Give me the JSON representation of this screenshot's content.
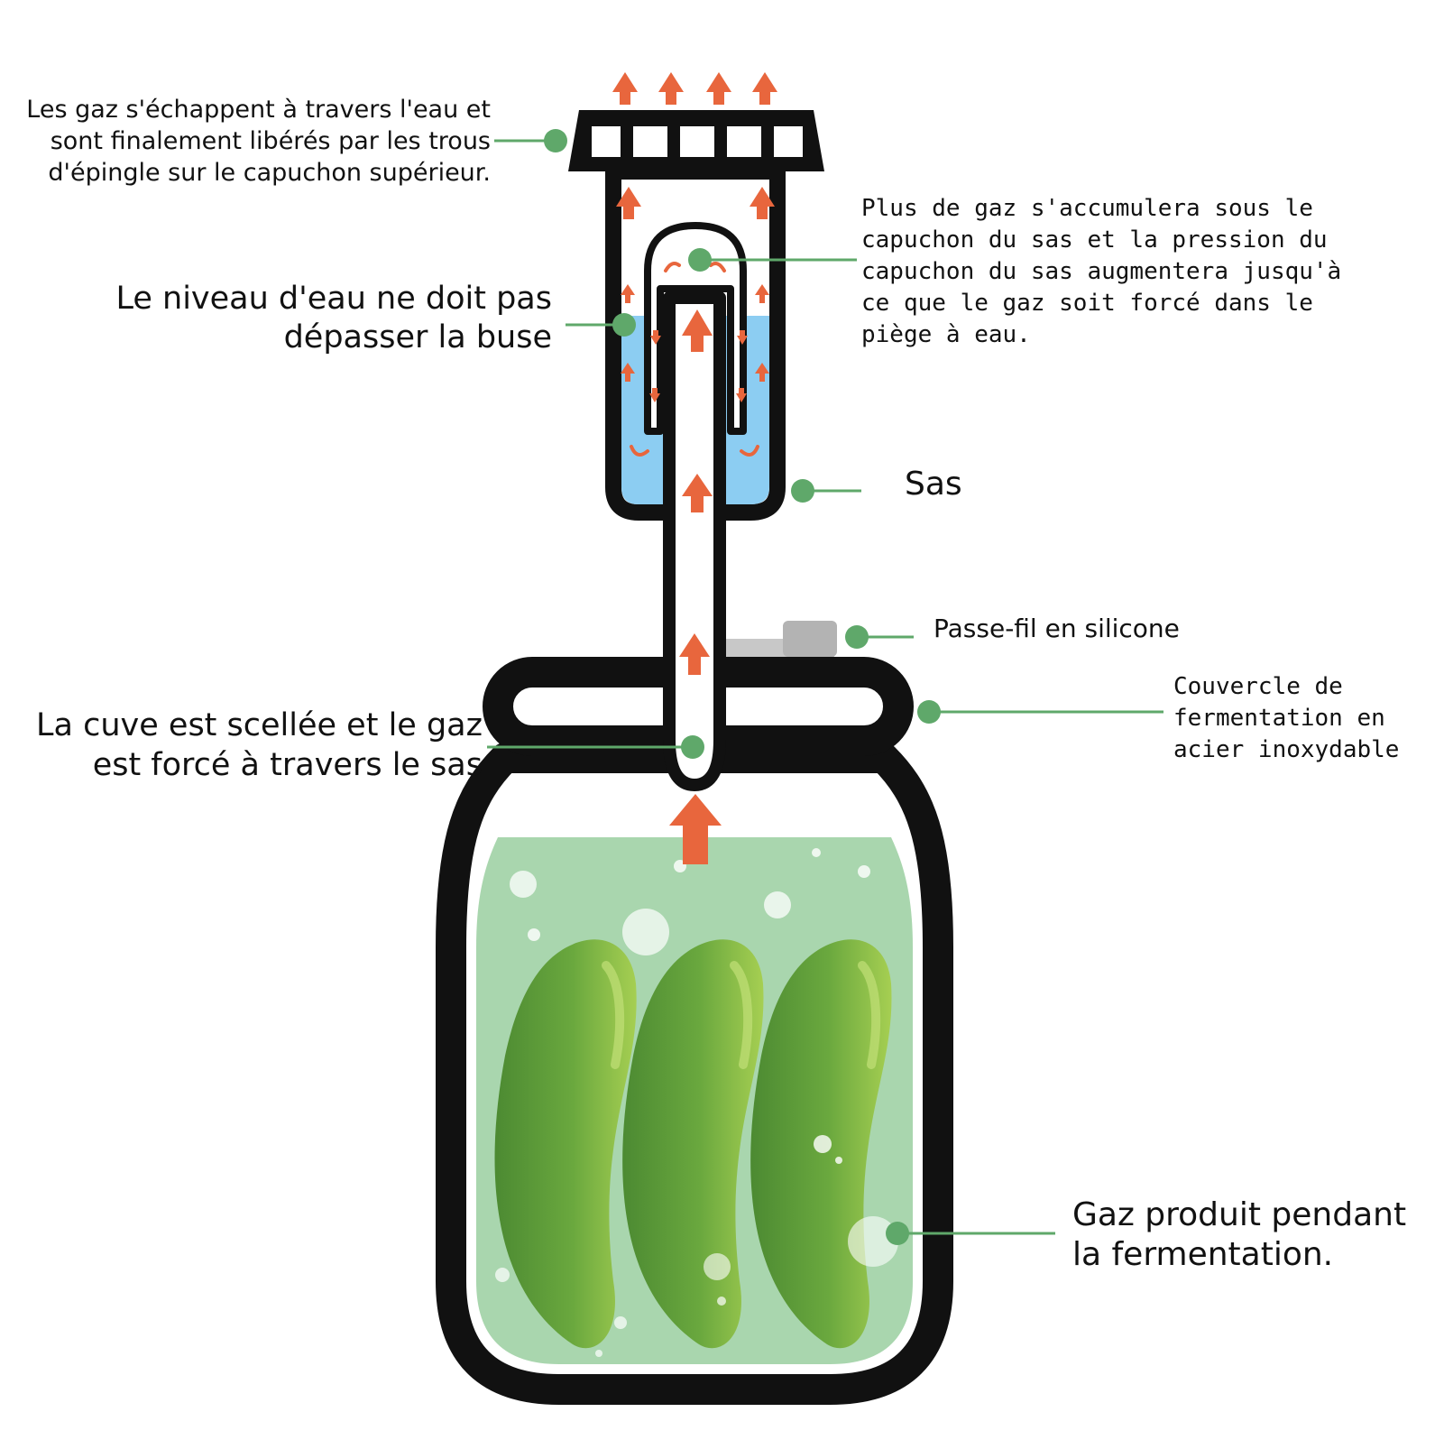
{
  "labels": {
    "pinholes": "Les gaz s'échappent à travers l'eau et\nsont finalement libérés par les trous\nd'épingle sur le capuchon supérieur.",
    "water_level": "Le niveau d'eau ne doit pas\ndépasser la buse",
    "pressure": "Plus de gaz s'accumulera sous le\ncapuchon du sas et la pression du\ncapuchon du sas augmentera jusqu'à\nce que le gaz soit forcé dans le\npiège à eau.",
    "sas": "Sas",
    "grommet": "Passe-fil en silicone",
    "lid": "Couvercle de\nfermentation en\nacier inoxydable",
    "sealed": "La cuve est scellée et le gaz\nest forcé à travers le sas",
    "gas": "Gaz produit pendant\nla fermentation."
  },
  "colors": {
    "outline": "#111111",
    "arrow": "#e8663d",
    "water": "#8ccdf2",
    "brine": "#a9d6ae",
    "pickle": "#5f9e3c",
    "pickle_light": "#9bc84a",
    "connector": "#5fa86a",
    "grommet": "#b3b3b3"
  },
  "icons": {
    "flow_arrow": "up-arrow-icon",
    "swirl_arrow": "curved-arrow-icon",
    "connector_dot": "dot-icon"
  }
}
